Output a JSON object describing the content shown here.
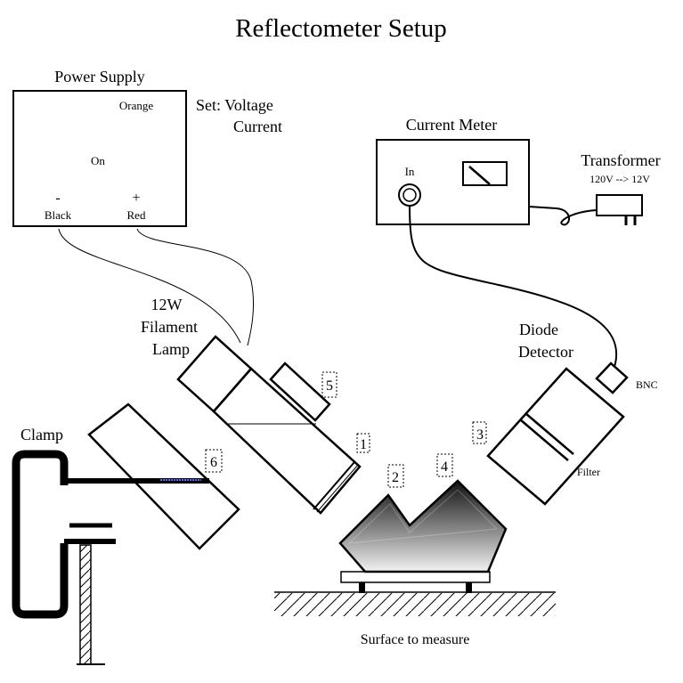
{
  "title": "Reflectometer Setup",
  "power_supply": {
    "label": "Power Supply",
    "orange": "Orange",
    "on": "On",
    "minus": "-",
    "plus": "+",
    "black": "Black",
    "red": "Red",
    "set_line1": "Set: Voltage",
    "set_line2": "Current"
  },
  "current_meter": {
    "label": "Current Meter",
    "in": "In"
  },
  "transformer": {
    "label": "Transformer",
    "spec": "120V --> 12V"
  },
  "lamp": {
    "line1": "12W",
    "line2": "Filament",
    "line3": "Lamp"
  },
  "detector": {
    "line1": "Diode",
    "line2": "Detector",
    "bnc": "BNC",
    "filter": "Filter"
  },
  "clamp": {
    "label": "Clamp"
  },
  "surface": {
    "label": "Surface to measure"
  },
  "markers": {
    "m1": "1",
    "m2": "2",
    "m3": "3",
    "m4": "4",
    "m5": "5",
    "m6": "6"
  }
}
